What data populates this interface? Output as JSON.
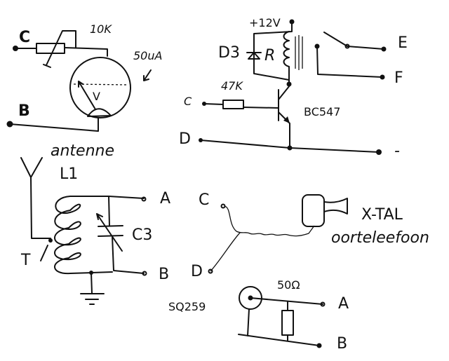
{
  "meter_circuit": {
    "terminal_top": "C",
    "terminal_bottom": "B",
    "resistor_value": "10K",
    "meter_value": "50uA",
    "meter_symbol": "V",
    "caption": "antenne"
  },
  "relay_circuit": {
    "supply": "+12V",
    "diode": "D3",
    "relay": "R",
    "resistor_value": "47K",
    "transistor": "BC547",
    "input_top": "C",
    "input_bottom": "D",
    "output_e": "E",
    "output_f": "F",
    "negative": "-"
  },
  "tank_circuit": {
    "coil": "L1",
    "capacitor": "C3",
    "tap": "T",
    "terminal_a": "A",
    "terminal_b": "B"
  },
  "earphone_circuit": {
    "terminal_c": "C",
    "terminal_d": "D",
    "component": "X-TAL",
    "caption": "oorteleefoon"
  },
  "connector_circuit": {
    "connector": "SQ259",
    "resistor_value": "50Ω",
    "terminal_a": "A",
    "terminal_b": "B"
  }
}
